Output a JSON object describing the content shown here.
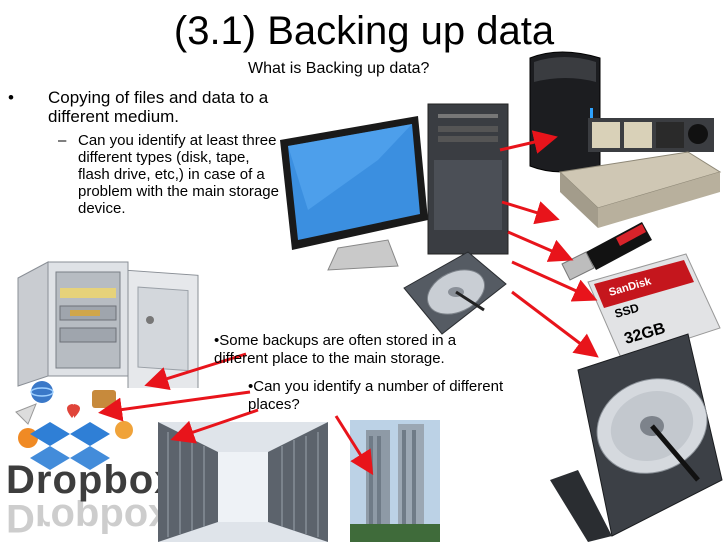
{
  "slide": {
    "title": "(3.1) Backing up data",
    "subtitle": "What is Backing up data?",
    "bullet_symbol": "•",
    "bullet_1": "Copying of files and data to a different medium.",
    "sub_symbol": "–",
    "sub_bullet_1": "Can you identify at least three different types (disk, tape, flash drive, etc,) in case of a problem with the main storage device.",
    "note_1": "•Some backups are often stored in a different place to the main storage.",
    "note_2": "•Can you identify a number of different places?"
  },
  "images": {
    "dropbox_logo_text": "Dropbox",
    "sandisk_brand": "SanDisk",
    "ssd_label": "SSD",
    "ssd_capacity": "32GB"
  },
  "colors": {
    "arrow": "#e8141b",
    "dropbox_blue": "#2f7fd6",
    "monitor_blue": "#3b8fe0"
  }
}
